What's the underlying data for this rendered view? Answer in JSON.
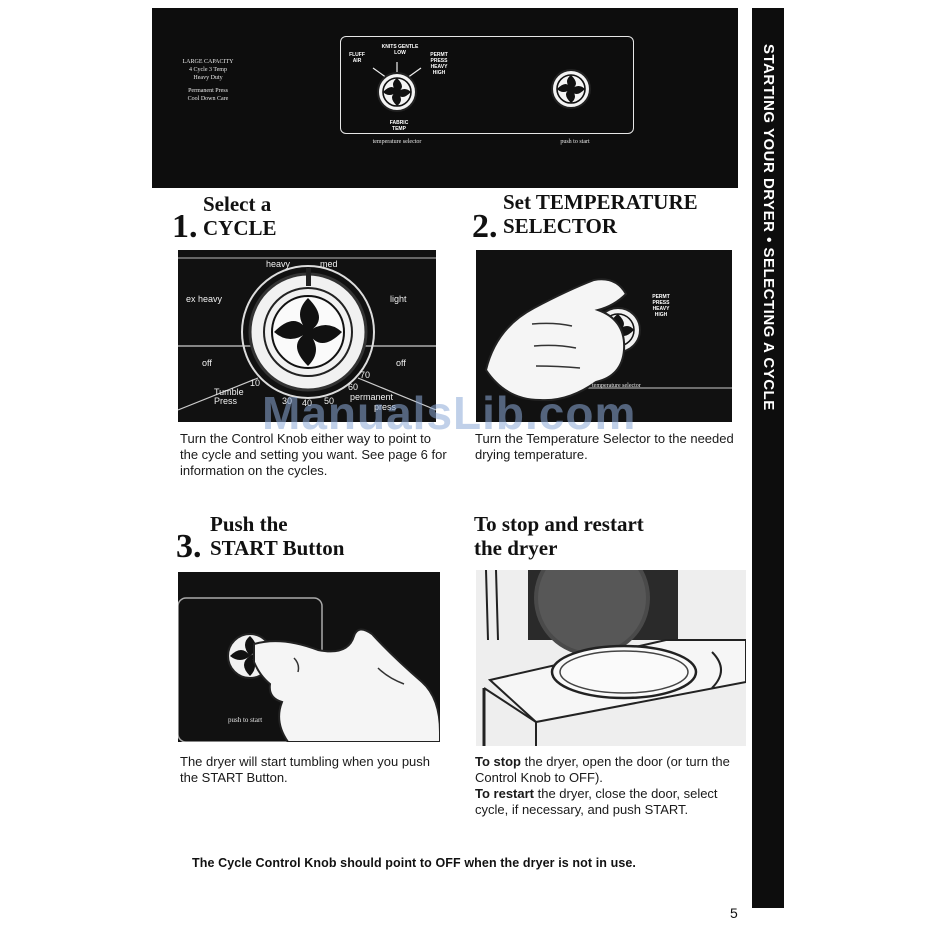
{
  "control_panel": {
    "left_text": [
      "LARGE CAPACITY",
      "4 Cycle 3 Temp",
      "Heavy Duty",
      "",
      "Permanent Press",
      "Cool Down Care"
    ],
    "temp_labels": {
      "fluff_air": "FLUFF AIR",
      "knits_gentle_low": "KNITS GENTLE LOW",
      "permt_press_heavy_high": "PERMT PRESS HEAVY HIGH",
      "fabric_temp": "FABRIC TEMP"
    },
    "temperature_selector": "temperature selector",
    "push_to_start": "push to start"
  },
  "step1": {
    "number": "1.",
    "line1": "Select a",
    "line2": "CYCLE",
    "dial": {
      "heavy": "heavy",
      "med": "med",
      "ex_heavy": "ex heavy",
      "light": "light",
      "off_left": "off",
      "off_right": "off",
      "tumble_press": "Tumble Press",
      "permanent": "permanent",
      "press": "press",
      "n10": "10",
      "n30": "30",
      "n40": "40",
      "n50": "50",
      "n60": "60",
      "n70": "70"
    },
    "text": "Turn the Control Knob either way to point to the cycle and setting you want. See page 6 for information on the cycles."
  },
  "step2": {
    "number": "2.",
    "line1": "Set TEMPERATURE",
    "line2": "SELECTOR",
    "photo_labels": {
      "permt_press_heavy_high": "PERMT PRESS HEAVY HIGH",
      "temperature_selector": "temperature selector"
    },
    "text": "Turn the Temperature Selector to the needed drying temperature."
  },
  "step3": {
    "number": "3.",
    "line1": "Push the",
    "line2": "START Button",
    "photo_label": "push to start",
    "text": "The dryer will start tumbling when you push the START Button."
  },
  "step4": {
    "line1": "To stop and restart",
    "line2": "the dryer",
    "stop_label": "To stop",
    "stop_text": " the dryer, open the door (or turn the Control Knob to OFF).",
    "restart_label": "To restart",
    "restart_text": " the dryer, close the door, select cycle, if necessary, and push START."
  },
  "footer_note": "The Cycle Control Knob should point to OFF when the dryer is not in use.",
  "side_tab": "STARTING YOUR DRYER • SELECTING A CYCLE",
  "watermark": "ManualsLib.com",
  "page_number": "5"
}
